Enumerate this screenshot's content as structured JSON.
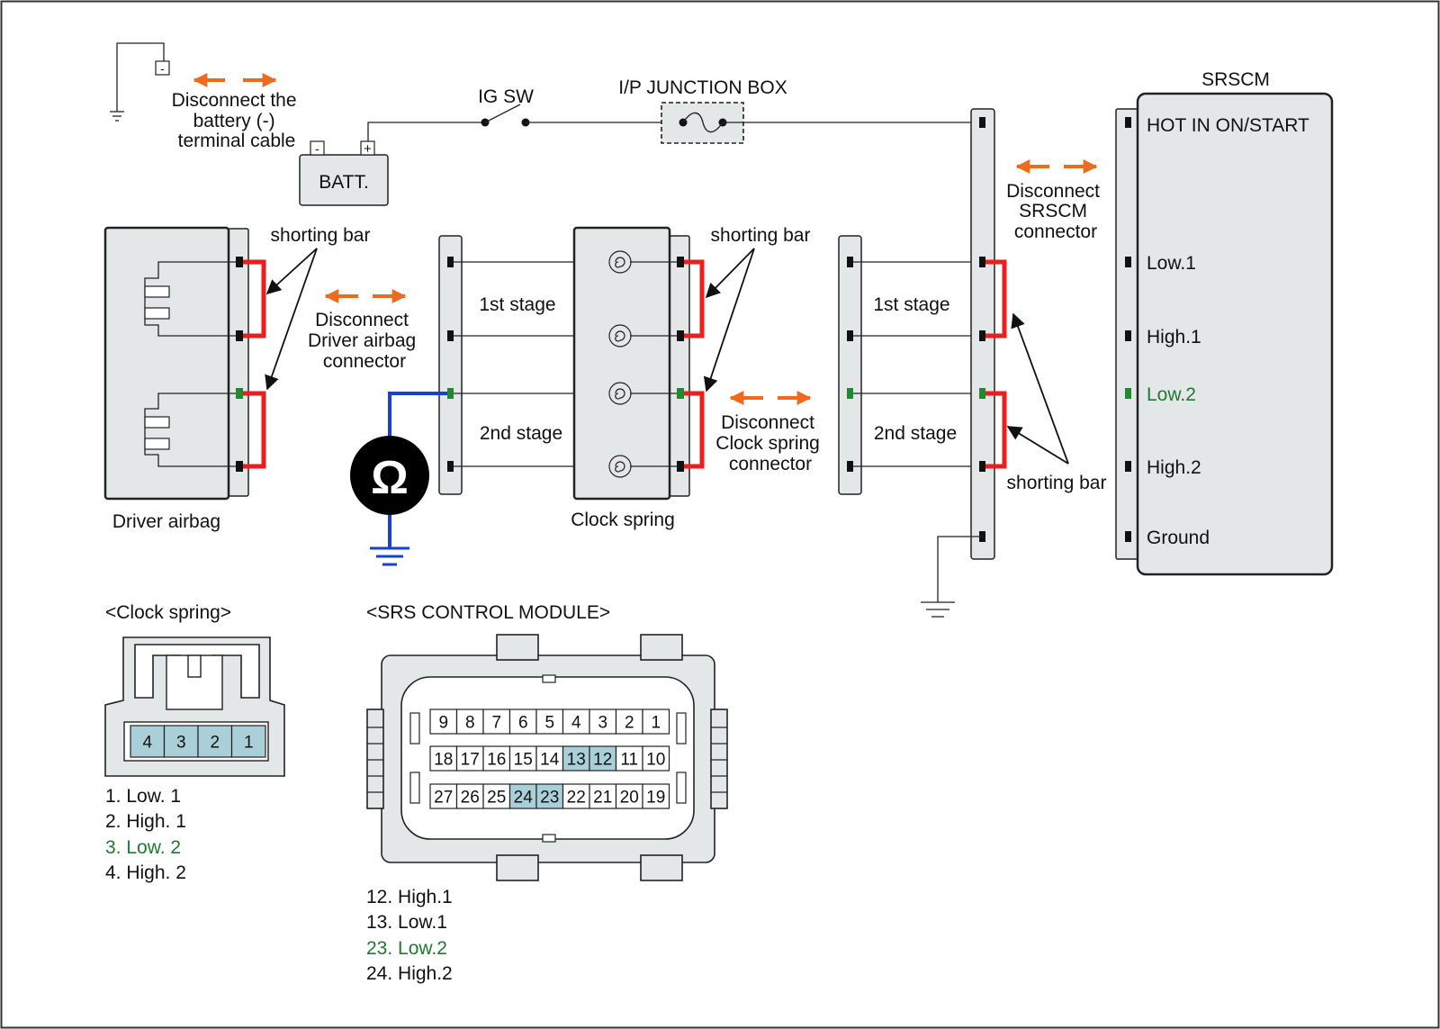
{
  "battery": {
    "label": "BATT.",
    "minus": "-",
    "plus": "+",
    "ground_minus": "-"
  },
  "disconnect_battery": [
    "Disconnect the",
    "battery (-)",
    "terminal cable"
  ],
  "ig_sw": "IG SW",
  "junction_box": "I/P JUNCTION BOX",
  "srscm": {
    "title": "SRSCM",
    "pins": [
      "HOT IN ON/START",
      "Low.1",
      "High.1",
      "Low.2",
      "High.2",
      "Ground"
    ]
  },
  "disconnect_srscm": [
    "Disconnect",
    "SRSCM",
    "connector"
  ],
  "disconnect_driver": [
    "Disconnect",
    "Driver airbag",
    "connector"
  ],
  "disconnect_clock": [
    "Disconnect",
    "Clock spring",
    "connector"
  ],
  "shorting_bar": "shorting bar",
  "stage_1": "1st stage",
  "stage_2": "2nd stage",
  "driver_airbag": "Driver airbag",
  "clock_spring": "Clock spring",
  "ohm_symbol": "Ω",
  "clock_spring_connector": {
    "title": "<Clock spring>",
    "cells": [
      "4",
      "3",
      "2",
      "1"
    ],
    "legend": [
      "1. Low. 1",
      "2. High. 1",
      "3. Low. 2",
      "4. High. 2"
    ]
  },
  "srs_module_connector": {
    "title": "<SRS CONTROL MODULE>",
    "row1": [
      "9",
      "8",
      "7",
      "6",
      "5",
      "4",
      "3",
      "2",
      "1"
    ],
    "row2": [
      "18",
      "17",
      "16",
      "15",
      "14",
      "13",
      "12",
      "11",
      "10"
    ],
    "row3": [
      "27",
      "26",
      "25",
      "24",
      "23",
      "22",
      "21",
      "20",
      "19"
    ],
    "highlighted": [
      "12",
      "13",
      "23",
      "24"
    ],
    "legend": [
      "12. High.1",
      "13. Low.1",
      "23. Low.2",
      "24. High.2"
    ]
  },
  "colors": {
    "shorting_bar": "#ee1c1c",
    "disconnect_arrow": "#ee6a1e",
    "meter_wire": "#1a3fd6",
    "low2_text": "#1f7a2e",
    "pin_highlight": "#a9cfd8"
  }
}
